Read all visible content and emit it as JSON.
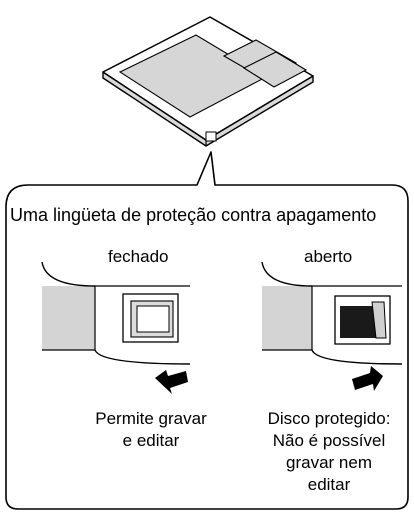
{
  "heading": "Uma lingüeta de proteção contra apagamento",
  "closed": {
    "label": "fechado",
    "caption_line1": "Permite gravar",
    "caption_line2": "e editar"
  },
  "open": {
    "label": "aberto",
    "caption_line1": "Disco protegido:",
    "caption_line2": "Não é possível",
    "caption_line3": "gravar nem",
    "caption_line4": "editar"
  },
  "icons": {
    "closed_arrow": "arrow-left-icon",
    "open_arrow": "arrow-right-icon"
  }
}
